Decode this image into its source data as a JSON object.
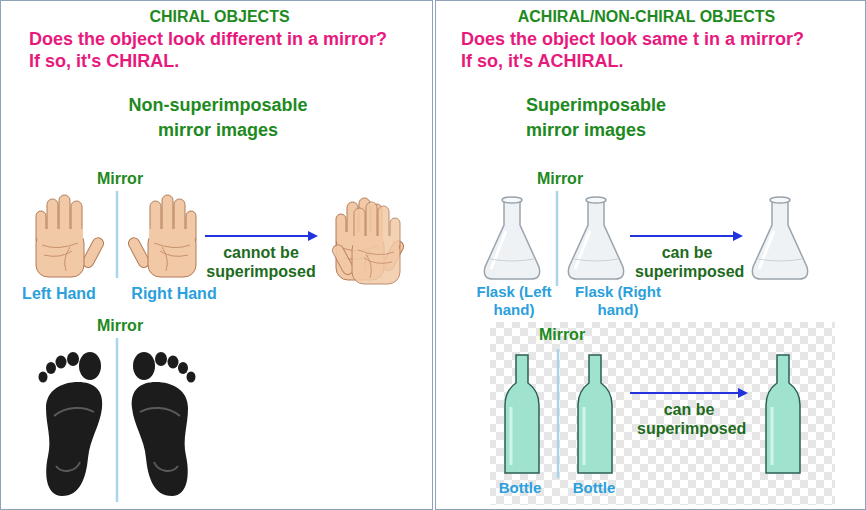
{
  "diagram": {
    "nodes": [
      {
        "text": [
          "CHIRAL OBJECTS",
          "Does the object look different in a mirror? If so, it's CHIRAL.",
          "Non-superimposable mirror images"
        ]
      },
      {
        "text": [
          "ACHIRAL/NON-CHIRAL OBJECTS",
          "Does the object look same t in a mirror? If so, it's ACHIRAL.",
          "Superimposable mirror images"
        ]
      }
    ],
    "labels": [
      "Mirror",
      "cannot be superimposed",
      "Left Hand",
      "Right Hand",
      "Mirror",
      "Mirror",
      "can be superimposed",
      "Flask (Left hand)",
      "Flask (Right hand)",
      "Mirror",
      "can be superimposed",
      "Bottle",
      "Bottle"
    ]
  }
}
